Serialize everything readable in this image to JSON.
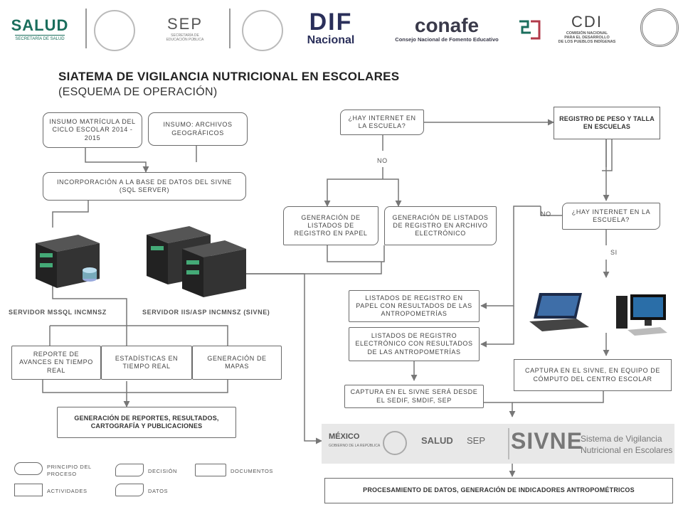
{
  "header": {
    "salud": "SALUD",
    "salud_sub": "SECRETARÍA DE SALUD",
    "sep": "SEP",
    "sep_sub1": "SECRETARÍA DE",
    "sep_sub2": "EDUCACIÓN PÚBLICA",
    "dif": "DIF",
    "dif_sub": "Nacional",
    "conafe": "conafe",
    "conafe_sub": "Consejo Nacional de Fomento Educativo",
    "cdi": "CDI",
    "cdi_sub1": "COMISIÓN NACIONAL",
    "cdi_sub2": "PARA EL DESARROLLO",
    "cdi_sub3": "DE LOS PUEBLOS INDÍGENAS"
  },
  "title": "SIATEMA DE VIGILANCIA NUTRICIONAL EN ESCOLARES",
  "subtitle": "(ESQUEMA DE OPERACIÓN)",
  "nodes": {
    "insumo_matricula": "INSUMO MATRÍCULA DEL CICLO ESCOLAR 2014 - 2015",
    "insumo_archivos": "INSUMO: ARCHIVOS GEOGRÁFICOS",
    "incorporacion": "INCORPORACIÓN A LA BASE DE DATOS DEL SIVNE (SQL SERVER)",
    "servidor_mssql": "SERVIDOR MSSQL INCMNSZ",
    "servidor_iis": "SERVIDOR IIS/ASP INCMNSZ (SIVNE)",
    "reporte_avances": "REPORTE DE AVANCES EN TIEMPO REAL",
    "estadisticas": "ESTADÍSTICAS EN TIEMPO REAL",
    "generacion_mapas": "GENERACIÓN DE MAPAS",
    "generacion_reportes": "GENERACIÓN DE REPORTES, RESULTADOS, CARTOGRAFÍA Y PUBLICACIONES",
    "hay_internet_1": "¿HAY INTERNET EN LA ESCUELA?",
    "no_1": "NO",
    "registro_peso": "REGISTRO DE PESO Y TALLA EN ESCUELAS",
    "listados_papel": "GENERACIÓN DE LISTADOS DE REGISTRO EN PAPEL",
    "listados_electronico": "GENERACIÓN DE LISTADOS DE REGISTRO EN ARCHIVO ELECTRÓNICO",
    "hay_internet_2": "¿HAY INTERNET EN LA ESCUELA?",
    "no_2": "NO",
    "si": "SI",
    "listados_papel_result": "LISTADOS DE REGISTRO EN PAPEL CON RESULTADOS DE LAS ANTROPOMETRÍAS",
    "listados_electronico_result": "LISTADOS DE REGISTRO ELECTRÓNICO CON RESULTADOS DE LAS ANTROPOMETRÍAS",
    "captura_sedif": "CAPTURA EN EL SIVNE SERÁ DESDE EL SEDIF, SMDIF, SEP",
    "captura_escolar": "CAPTURA EN EL SIVNE, EN EQUIPO DE CÓMPUTO DEL CENTRO ESCOLAR",
    "procesamiento": "PROCESAMIENTO DE DATOS, GENERACIÓN DE INDICADORES ANTROPOMÉTRICOS"
  },
  "banner": {
    "mexico": "MÉXICO",
    "mexico_sub": "GOBIERNO DE LA REPÚBLICA",
    "salud": "SALUD",
    "sep": "SEP",
    "sivne": "SIVNE",
    "sivne_desc1": "Sistema de Vigilancia",
    "sivne_desc2": "Nutricional en Escolares"
  },
  "legend": {
    "principio": "PRINCIPIO DEL PROCESO",
    "actividades": "ACTIVIDADES",
    "decision": "DECISIÓN",
    "datos": "DATOS",
    "documentos": "DOCUMENTOS"
  },
  "colors": {
    "salud_green": "#1a6e5c",
    "dif_dark": "#2a2f5a",
    "conafe_dark": "#3a3a4a",
    "banner_bg": "#e8e8e8",
    "line": "#777777"
  }
}
